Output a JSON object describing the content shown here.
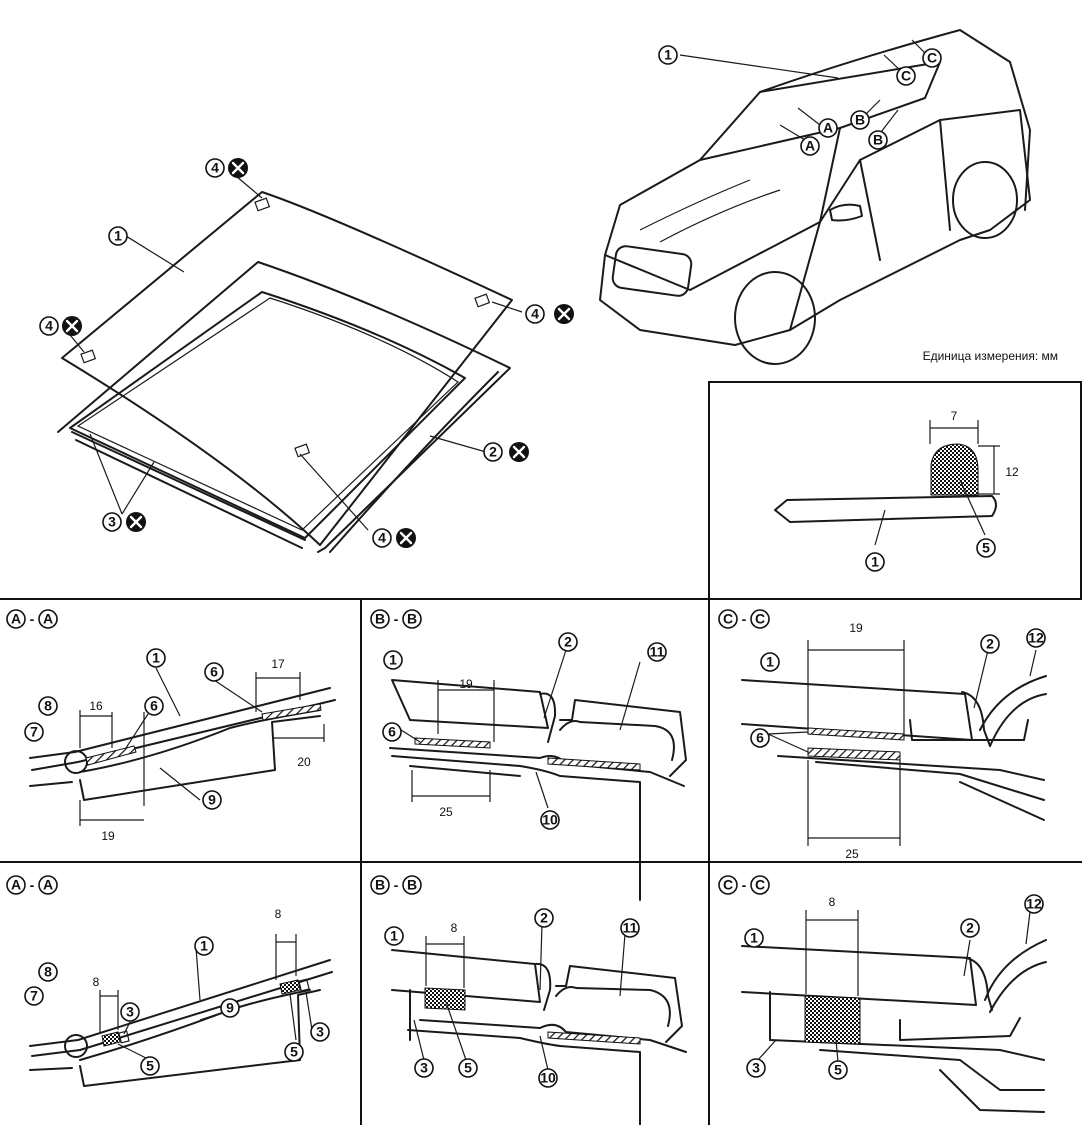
{
  "unit_note": "Единица измерения: мм",
  "part_numbers": [
    "1",
    "2",
    "3",
    "4",
    "5",
    "6",
    "7",
    "8",
    "9",
    "10",
    "11",
    "12"
  ],
  "section_letters": [
    "A",
    "B",
    "C"
  ],
  "dimensions": {
    "bead_width": "7",
    "bead_height": "12",
    "a1_left": "16",
    "a1_right_top": "17",
    "a1_right_bottom": "20",
    "a1_bottom": "19",
    "b1_top": "19",
    "b1_bottom": "25",
    "c1_top": "19",
    "c1_bottom": "25",
    "a2_left": "8",
    "a2_right": "8",
    "b2_top": "8",
    "c2_top": "8"
  }
}
